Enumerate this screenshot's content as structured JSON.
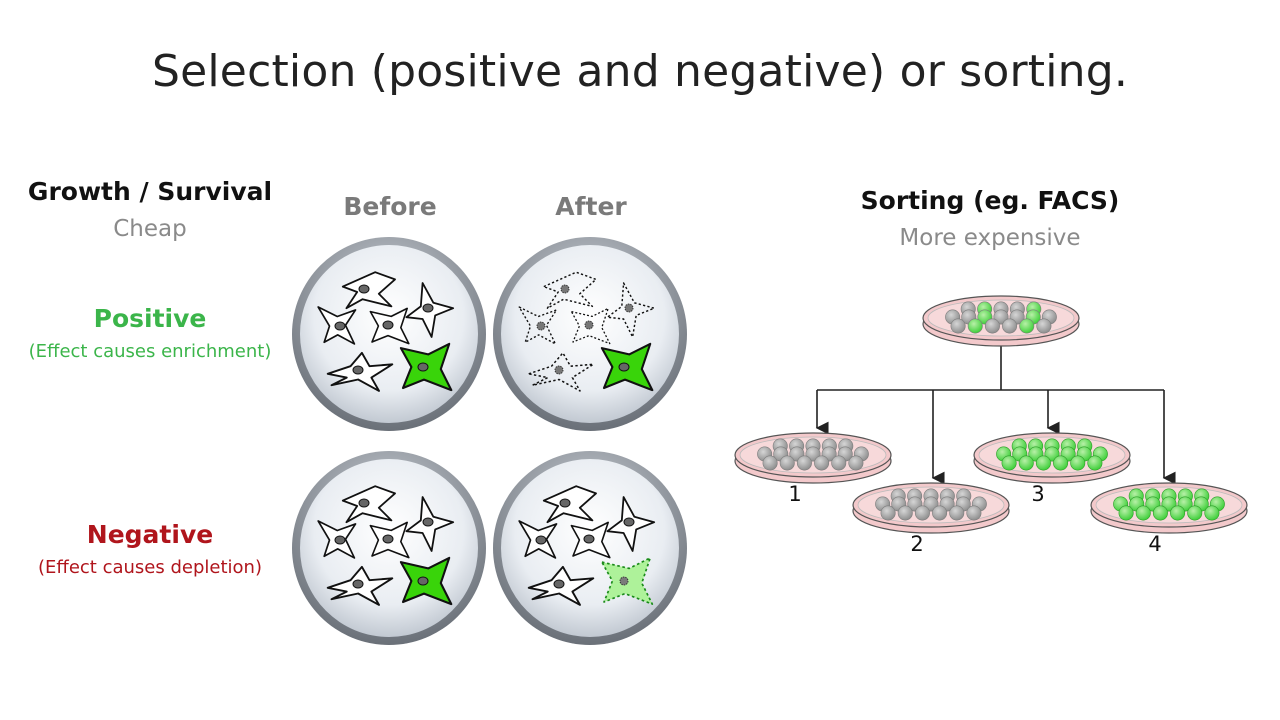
{
  "title": "Selection (positive and negative) or sorting.",
  "growth": {
    "heading": "Growth / Survival",
    "subheading": "Cheap"
  },
  "columns": {
    "before": "Before",
    "after": "After"
  },
  "positive": {
    "label": "Positive",
    "note": "(Effect causes enrichment)"
  },
  "negative": {
    "label": "Negative",
    "note": "(Effect causes depletion)"
  },
  "sorting": {
    "heading": "Sorting (eg. FACS)",
    "subheading": "More expensive",
    "dish_labels": [
      "1",
      "2",
      "3",
      "4"
    ]
  },
  "colors": {
    "positive_green": "#3bb54a",
    "negative_red": "#b0151c",
    "cell_green": "#39d40a",
    "dish_pink": "#f3c9cb"
  },
  "dishes": {
    "source": "mixed",
    "1": "grey",
    "2": "grey",
    "3": "green",
    "4": "green"
  }
}
